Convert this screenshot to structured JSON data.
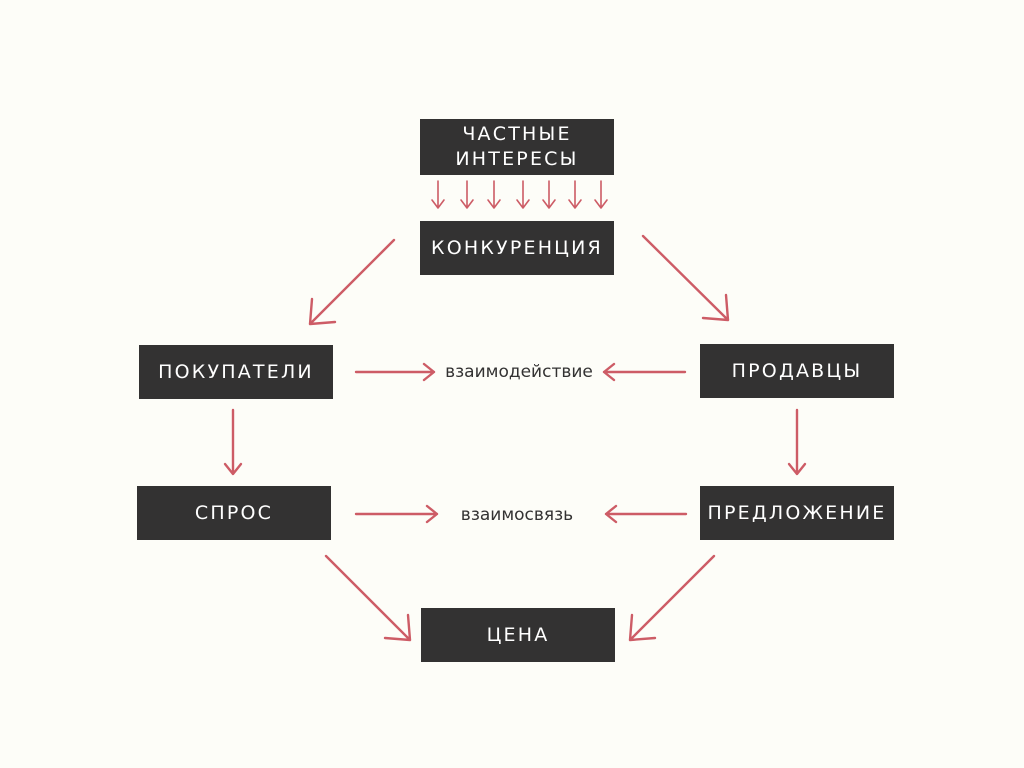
{
  "nodes": {
    "private_interests": "ЧАСТНЫЕ\nИНТЕРЕСЫ",
    "competition": "КОНКУРЕНЦИЯ",
    "buyers": "ПОКУПАТЕЛИ",
    "sellers": "ПРОДАВЦЫ",
    "demand": "СПРОС",
    "supply": "ПРЕДЛОЖЕНИЕ",
    "price": "ЦЕНА"
  },
  "relations": {
    "interaction": "взаимодействие",
    "interrelation": "взаимосвязь"
  },
  "colors": {
    "background": "#fdfdf8",
    "box": "#333232",
    "box_text": "#ffffff",
    "arrow": "#cd5c66",
    "label_text": "#333232"
  }
}
